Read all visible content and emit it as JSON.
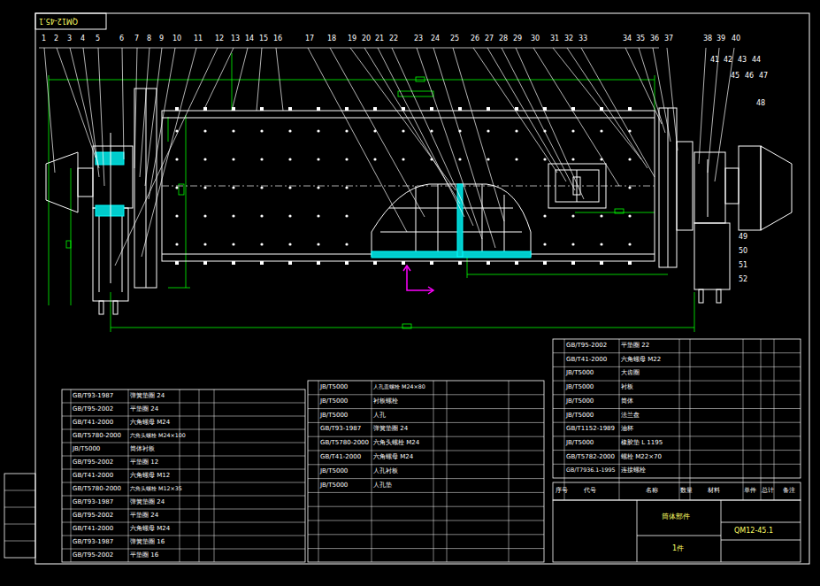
{
  "diagram": {
    "labels": [
      "QM12-45.1",
      "1",
      "2",
      "3",
      "4",
      "5",
      "6",
      "7",
      "8",
      "9",
      "10",
      "11",
      "12",
      "13",
      "14",
      "15",
      "16",
      "17",
      "18",
      "19",
      "20",
      "21",
      "22",
      "23",
      "24",
      "25",
      "26",
      "27",
      "28",
      "29",
      "30",
      "31",
      "32",
      "33",
      "34",
      "35",
      "36",
      "37",
      "38",
      "39",
      "40",
      "41",
      "42",
      "43",
      "44",
      "45",
      "46",
      "47",
      "48",
      "49",
      "50",
      "51",
      "52",
      "GB/T93-1987",
      "弹簧垫圈 24",
      "GB/T95-2002",
      "平垫圈 24",
      "GB/T41-2000",
      "六角螺母 M24",
      "GB/T5780-2000",
      "六角头螺栓 M24×100",
      "JB/T5000",
      "筒体衬板",
      "GB/T95-2002",
      "平垫圈 12",
      "GB/T41-2000",
      "六角螺母 M12",
      "GB/T5780-2000",
      "六角头螺栓 M12×35",
      "GB/T93-1987",
      "弹簧垫圈 24",
      "GB/T95-2002",
      "平垫圈 24",
      "GB/T41-2000",
      "六角螺母 M24",
      "GB/T93-1987",
      "弹簧垫圈 16",
      "GB/T95-2002",
      "平垫圈 16",
      "JB/T5000",
      "人孔盖螺栓 M24×80",
      "JB/T5000",
      "衬板螺栓",
      "JB/T5000",
      "人孔",
      "GB/T93-1987",
      "弹簧垫圈 24",
      "GB/T5780-2000",
      "六角头螺栓 M24",
      "GB/T41-2000",
      "六角螺母 M24",
      "JB/T5000",
      "人孔衬板",
      "JB/T5000",
      "人孔垫",
      "GB/T95-2002",
      "平垫圈 22",
      "GB/T41-2000",
      "六角螺母 M22",
      "JB/T5000",
      "大齿圈",
      "JB/T5000",
      "衬板",
      "JB/T5000",
      "筒体",
      "JB/T5000",
      "法兰盘",
      "GB/T1152-1989",
      "油杯",
      "JB/T5000",
      "橡胶垫 L 1195",
      "GB/T5782-2000",
      "螺栓 M22×70",
      "GB/T7936.1-1995",
      "连接螺栓",
      "序号",
      "代号",
      "名称",
      "数量",
      "材料",
      "单件",
      "总计",
      "备注",
      "筒体部件",
      "QM12-45.1",
      "1件"
    ]
  }
}
